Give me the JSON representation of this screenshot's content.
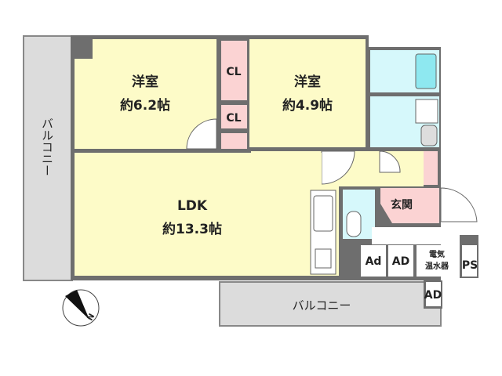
{
  "floor_plan": {
    "rooms": {
      "western_room_1": {
        "name": "洋室",
        "area": "約6.2帖"
      },
      "western_room_2": {
        "name": "洋室",
        "area": "約4.9帖"
      },
      "ldk": {
        "name": "LDK",
        "area": "約13.3帖"
      },
      "closet_1": {
        "name": "CL"
      },
      "closet_2": {
        "name": "CL"
      },
      "entrance": {
        "name": "玄関"
      },
      "balcony_side": {
        "name": "バルコニー"
      },
      "balcony_bottom": {
        "name": "バルコニー"
      },
      "ad_1": {
        "name": "Ad"
      },
      "ad_2": {
        "name": "AD"
      },
      "ad_3": {
        "name": "AD"
      },
      "water_heater": {
        "line1": "電気",
        "line2": "温水器"
      },
      "ps": {
        "name": "PS"
      }
    },
    "compass": {
      "label": "N"
    },
    "colors": {
      "room_yellow": "#fdfbc8",
      "closet_pink": "#fbd3d3",
      "wet_area_blue": "#d6f8fb",
      "wall_gray": "#6e6e6e",
      "balcony_gray": "#dcdcdc",
      "bathtub": "#8ee8f0"
    }
  }
}
